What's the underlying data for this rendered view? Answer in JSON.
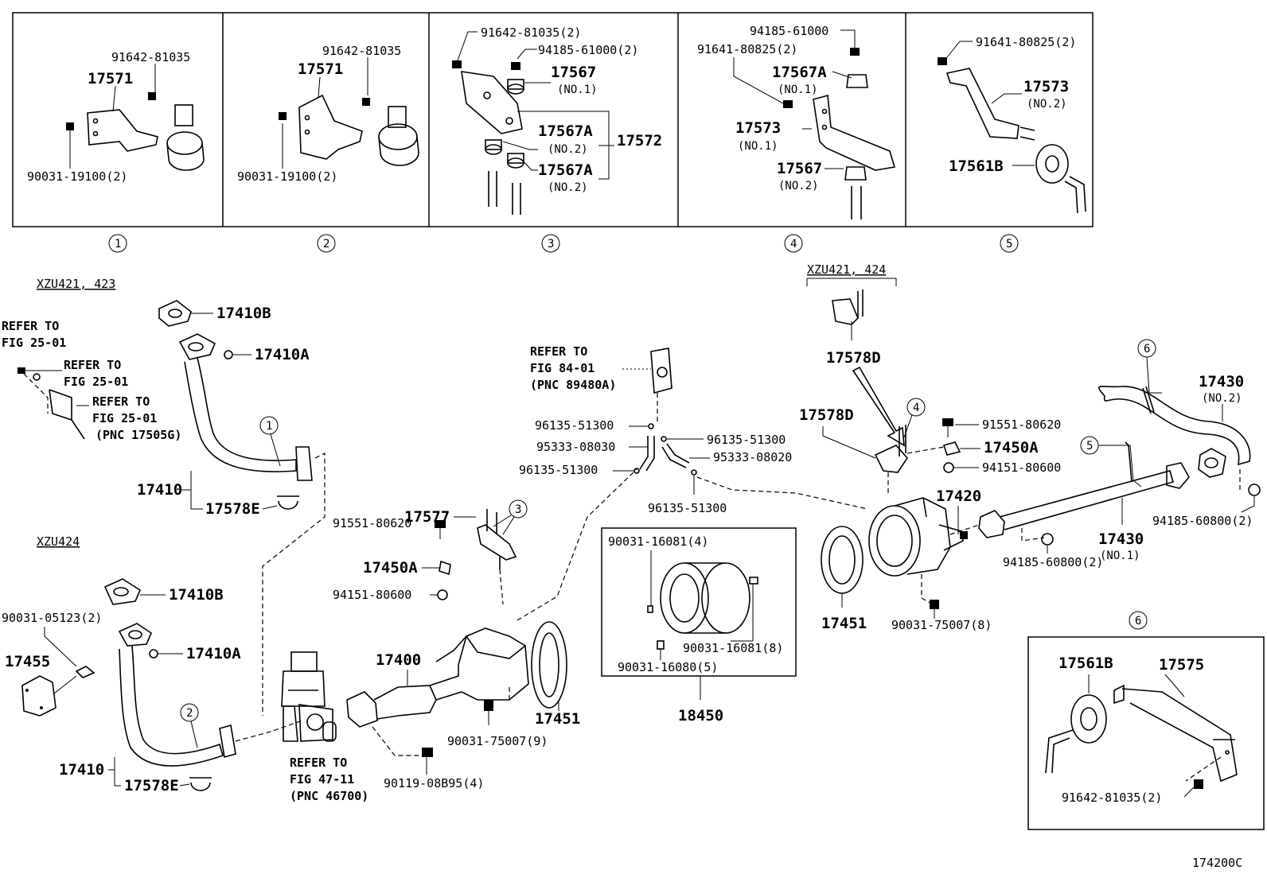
{
  "diagram_id": "174200C",
  "panels": [
    {
      "index": "1",
      "labels": {
        "bolt": "91642-81035",
        "bracket": "17571",
        "bolt2": "90031-19100(2)"
      }
    },
    {
      "index": "2",
      "labels": {
        "bolt": "91642-81035",
        "bracket": "17571",
        "bolt2": "90031-19100(2)"
      }
    },
    {
      "index": "3",
      "labels": {
        "bolt": "91642-81035(2)",
        "nut": "94185-61000(2)",
        "cushion": "17567",
        "cushion_sub": "(NO.1)",
        "cushion_a1": "17567A",
        "cushion_a1_sub": "(NO.2)",
        "assembly": "17572",
        "cushion_a2": "17567A",
        "cushion_a2_sub": "(NO.2)"
      }
    },
    {
      "index": "4",
      "labels": {
        "nut": "94185-61000",
        "bolt": "91641-80825(2)",
        "cushion_a": "17567A",
        "cushion_a_sub": "(NO.1)",
        "bracket": "17573",
        "bracket_sub": "(NO.1)",
        "cushion": "17567",
        "cushion_sub": "(NO.2)"
      }
    },
    {
      "index": "5",
      "labels": {
        "bolt": "91641-80825(2)",
        "bracket": "17573",
        "bracket_sub": "(NO.2)",
        "support": "17561B"
      }
    }
  ],
  "headers": {
    "left_upper": "XZU421, 423",
    "left_lower": "XZU424",
    "right_upper": "XZU421, 424"
  },
  "refer_notes": {
    "fig25_a": [
      "REFER TO",
      "FIG 25-01"
    ],
    "fig25_b": [
      "REFER TO",
      "FIG 25-01"
    ],
    "fig25_c": [
      "REFER TO",
      "FIG 25-01",
      "(PNC 17505G)"
    ],
    "fig84": [
      "REFER TO",
      "FIG 84-01",
      "(PNC 89480A)"
    ],
    "fig47": [
      "REFER TO",
      "FIG 47-11",
      "(PNC 46700)"
    ]
  },
  "labels": {
    "p17410B_u": "17410B",
    "p17410A_u": "17410A",
    "p17410_u": "17410",
    "p17578E_u": "17578E",
    "p17410B_l": "17410B",
    "p90031_05123": "90031-05123(2)",
    "p17410A_l": "17410A",
    "p17455": "17455",
    "p17410_l": "17410",
    "p17578E_l": "17578E",
    "p17577": "17577",
    "p91551_80620_a": "91551-80620",
    "p17450A_a": "17450A",
    "p94151_80600_a": "94151-80600",
    "p17400": "17400",
    "p17451_a": "17451",
    "p90031_75007_9": "90031-75007(9)",
    "p90119": "90119-08B95(4)",
    "p96135_1": "96135-51300",
    "p95333_08030": "95333-08030",
    "p96135_2": "96135-51300",
    "p96135_3": "96135-51300",
    "p95333_08020": "95333-08020",
    "p96135_4": "96135-51300",
    "p90031_16081_4": "90031-16081(4)",
    "p90031_16081_8": "90031-16081(8)",
    "p90031_16080": "90031-16080(5)",
    "p18450": "18450",
    "p17578D_top": "17578D",
    "p17578D": "17578D",
    "p91551_80620_b": "91551-80620",
    "p17450A_b": "17450A",
    "p94151_80600_b": "94151-80600",
    "p17420": "17420",
    "p17451_b": "17451",
    "p90031_75007_8": "90031-75007(8)",
    "p17430_no2": "17430",
    "p17430_no2_sub": "(NO.2)",
    "p17430_no1": "17430",
    "p17430_no1_sub": "(NO.1)",
    "p94185_60800_a": "94185-60800(2)",
    "p94185_60800_b": "94185-60800(2)",
    "p17561B": "17561B",
    "p17575": "17575",
    "p91642_81035": "91642-81035(2)"
  },
  "callouts": {
    "c1": "1",
    "c2": "2",
    "c3": "3",
    "c4": "4",
    "c5": "5",
    "c6": "6",
    "c6b": "6"
  }
}
